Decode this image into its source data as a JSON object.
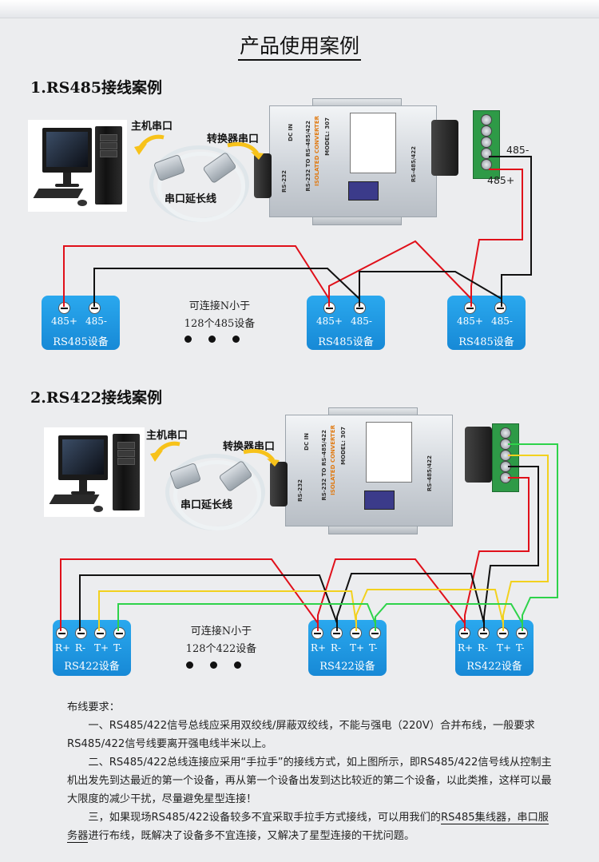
{
  "page_title": "产品使用案例",
  "rs485": {
    "heading": "1.RS485接线案例",
    "host_port_label": "主机串口",
    "converter_port_label": "转换器串口",
    "extension_label": "串口延长线",
    "pin_485_minus": "485-",
    "pin_485_plus": "485+",
    "capacity_line1": "可连接N小于",
    "capacity_line2": "128个485设备",
    "devices": [
      {
        "pins": [
          "485+",
          "485-"
        ],
        "name": "RS485设备"
      },
      {
        "pins": [
          "485+",
          "485-"
        ],
        "name": "RS485设备"
      },
      {
        "pins": [
          "485+",
          "485-"
        ],
        "name": "RS485设备"
      }
    ]
  },
  "rs422": {
    "heading": "2.RS422接线案例",
    "host_port_label": "主机串口",
    "converter_port_label": "转换器串口",
    "extension_label": "串口延长线",
    "capacity_line1": "可连接N小于",
    "capacity_line2": "128个422设备",
    "devices": [
      {
        "pins": [
          "R+",
          "R-",
          "T+",
          "T-"
        ],
        "name": "RS422设备"
      },
      {
        "pins": [
          "R+",
          "R-",
          "T+",
          "T-"
        ],
        "name": "RS422设备"
      },
      {
        "pins": [
          "R+",
          "R-",
          "T+",
          "T-"
        ],
        "name": "RS422设备"
      }
    ]
  },
  "converter": {
    "line1": "ISOLATED CONVERTER",
    "line2": "MODEL: 307",
    "line3": "RS-232 TO RS-485/422",
    "side_left": "RS-232",
    "side_right": "RS-485/422",
    "dc_in": "DC IN"
  },
  "notes": {
    "heading": "布线要求：",
    "p1": "一、RS485/422信号总线应采用双绞线/屏蔽双绞线，不能与强电（220V）合并布线，一般要求RS485/422信号线要离开强电线半米以上。",
    "p2": "二、RS485/422总线连接应采用“手拉手”的接线方式，如上图所示，即RS485/422信号线从控制主机出发先到达最近的第一个设备，再从第一个设备出发到达比较近的第二个设备，以此类推，这样可以最大限度的减少干扰，尽量避免星型连接！",
    "p3_before": "三，如果现场RS485/422设备较多不宜采取手拉手方式接线，可以用我们的",
    "p3_link": "RS485集线器，串口服务器",
    "p3_after": "进行布线，既解决了设备多不宜连接，又解决了星型连接的干扰问题。"
  },
  "colors": {
    "device_blue": "#1b93e0",
    "wire_red": "#e0101a",
    "wire_black": "#111111",
    "wire_yellow": "#f2d11e",
    "wire_green": "#2ed34a",
    "arrow_yellow": "#f7c21a"
  }
}
